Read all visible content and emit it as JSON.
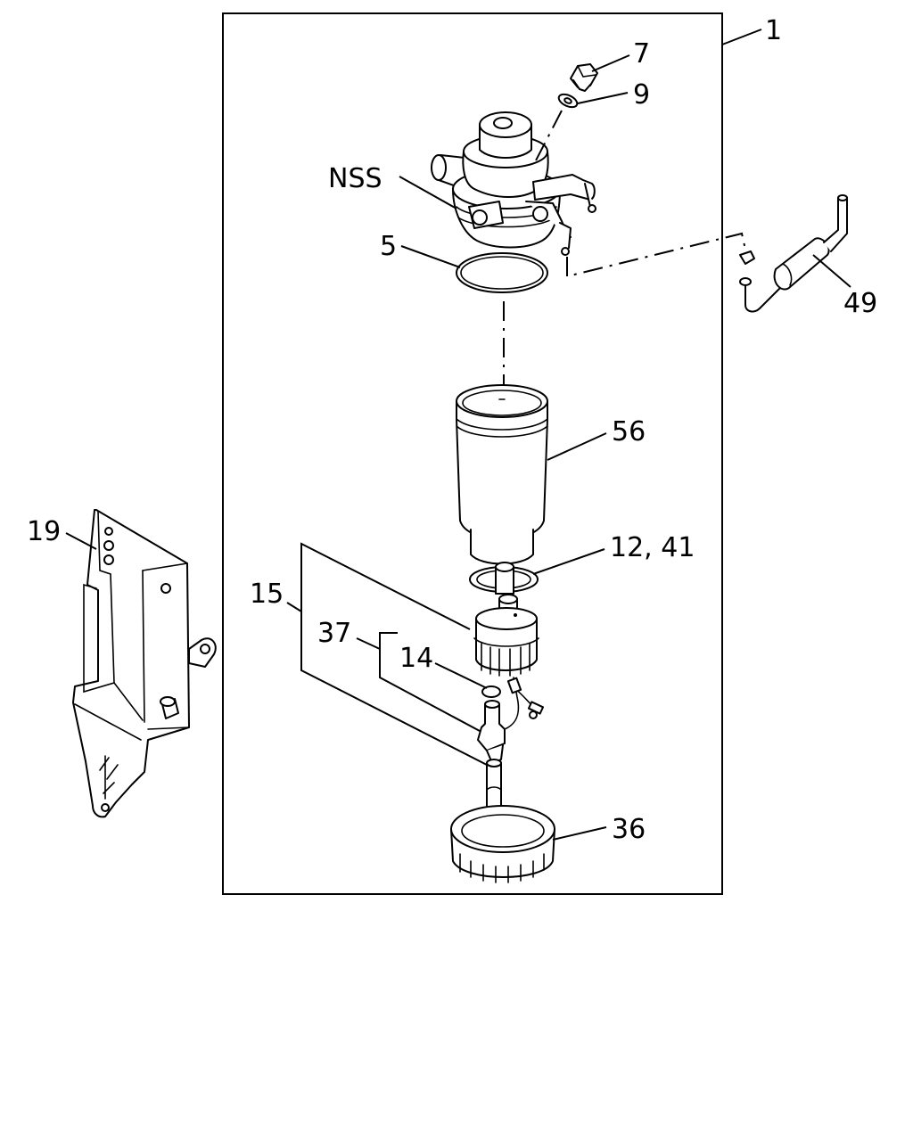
{
  "diagram": {
    "callouts": {
      "c1": "1",
      "c7": "7",
      "c9": "9",
      "nss": "NSS",
      "c5": "5",
      "c49": "49",
      "c56": "56",
      "c19": "19",
      "c12_41": "12, 41",
      "c15": "15",
      "c37": "37",
      "c14": "14",
      "c36": "36"
    }
  },
  "colors": {
    "line": "#000000",
    "background": "#ffffff"
  }
}
